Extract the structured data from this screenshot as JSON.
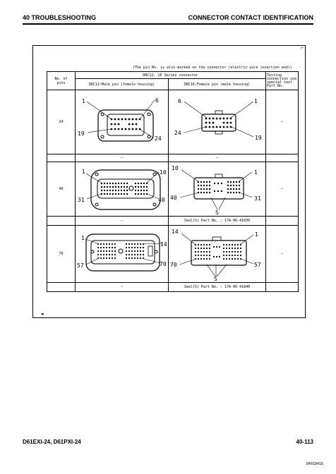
{
  "header": {
    "section": "40 TROUBLESHOOTING",
    "title": "CONNECTOR CONTACT IDENTIFICATION"
  },
  "note": "(The pin No. is also marked on the connector (electric wire insertion end))",
  "table": {
    "col_no_of_pins": "No. of pins",
    "group_header": "DRC12, 16 Series connector",
    "col_male": "DRC12:Male pin (female housing)",
    "col_female": "DRC16:Female pin (male housing)",
    "col_tool": "Testing connection use special tool Part No.",
    "rows": [
      {
        "pins": "24",
        "male_labels": [
          "1",
          "6",
          "19",
          "24"
        ],
        "female_labels": [
          "6",
          "1",
          "24",
          "19"
        ],
        "tool": "–",
        "male_caption": "–",
        "female_caption": "–"
      },
      {
        "pins": "40",
        "male_labels": [
          "1",
          "10",
          "31",
          "40"
        ],
        "female_labels": [
          "10",
          "1",
          "40",
          "31",
          "S"
        ],
        "tool": "–",
        "male_caption": "–",
        "female_caption": "Seal(S) Part No. : 17A-06-41830"
      },
      {
        "pins": "70",
        "male_labels": [
          "1",
          "14",
          "57",
          "70"
        ],
        "female_labels": [
          "14",
          "1",
          "70",
          "57",
          "S"
        ],
        "tool": "–",
        "male_caption": "–",
        "female_caption": "Seal(S) Part No. : 17A-06-41840"
      }
    ]
  },
  "figure_code": "84018416",
  "footer": {
    "model": "D61EXI-24, D61PXI-24",
    "page": "40-113"
  }
}
